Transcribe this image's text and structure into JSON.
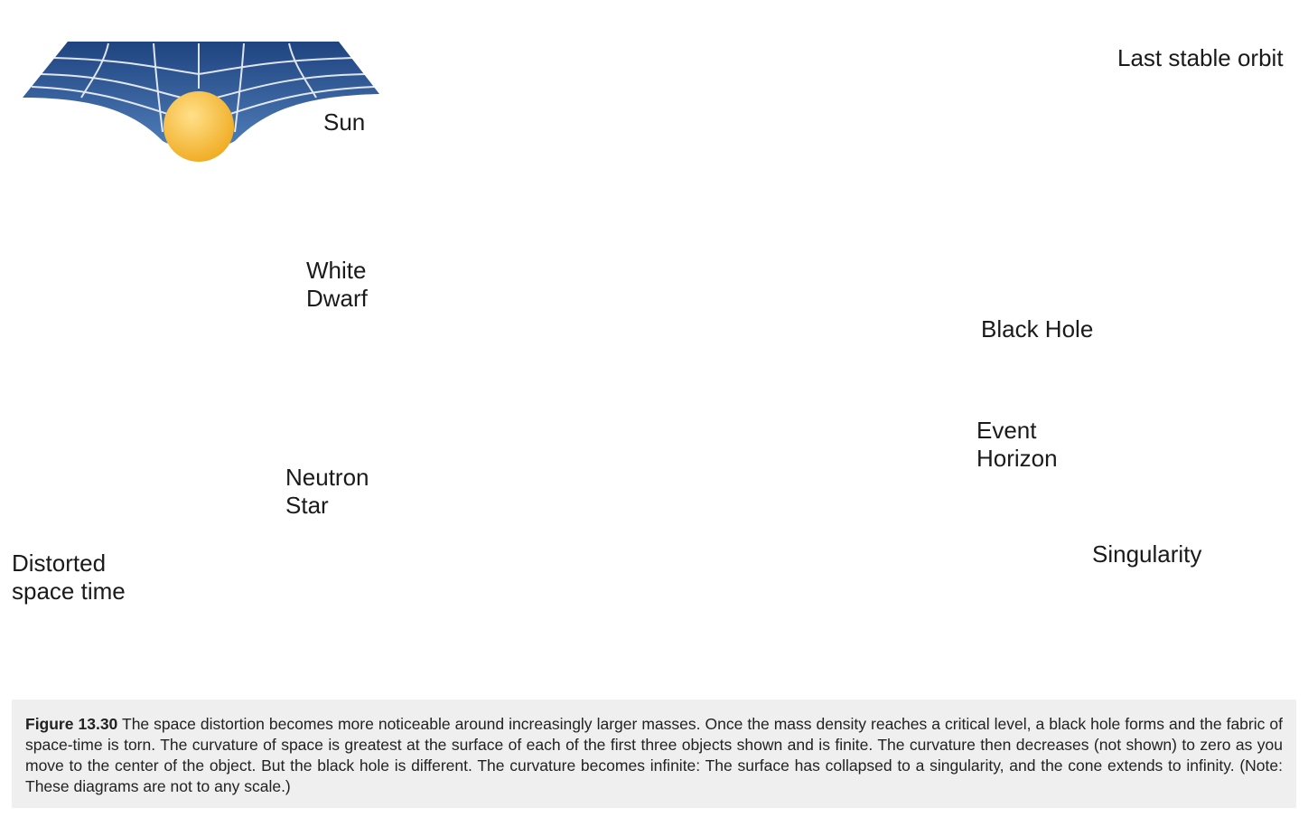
{
  "labels": {
    "sun": "Sun",
    "white_dwarf_line1": "White",
    "white_dwarf_line2": "Dwarf",
    "neutron_line1": "Neutron",
    "neutron_line2": "Star",
    "distorted_line1": "Distorted",
    "distorted_line2": "space time",
    "black_hole": "Black Hole",
    "last_stable_orbit": "Last stable orbit",
    "event_line1": "Event",
    "event_line2": "Horizon",
    "singularity": "Singularity"
  },
  "caption": {
    "figure_number": "Figure 13.30",
    "text": " The space distortion becomes more noticeable around increasingly larger masses. Once the mass density reaches a critical level, a black hole forms and the fabric of space-time is torn. The curvature of space is greatest at the surface of each of the first three objects shown and is finite. The curvature then decreases (not shown) to zero as you move to the center of the object. But the black hole is different. The curvature becomes infinite: The surface has collapsed to a singularity, and the cone extends to infinity. (Note: These diagrams are not to any scale.)"
  },
  "colors": {
    "fabric": "#3f6aa3",
    "fabric_dark": "#1f4480",
    "grid_lines": "#ffffff",
    "mass": "#f5b731",
    "arrow": "#111111"
  }
}
